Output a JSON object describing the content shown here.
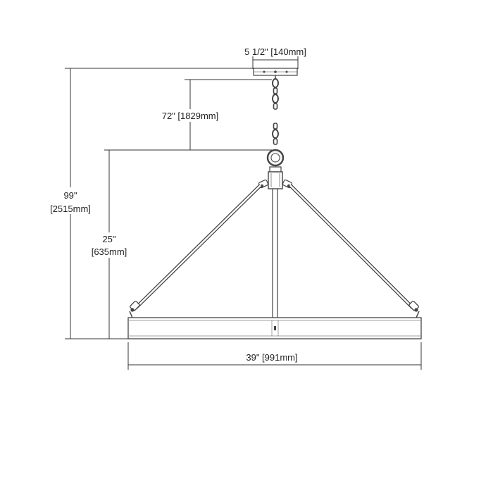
{
  "dimensions": {
    "canopy_width": "5 1/2\" [140mm]",
    "chain_length": "72\" [1829mm]",
    "overall_height_in": "99\"",
    "overall_height_mm": "[2515mm]",
    "fixture_height_in": "25\"",
    "fixture_height_mm": "[635mm]",
    "fixture_width": "39\" [991mm]"
  },
  "colors": {
    "line": "#333333",
    "part": "#444444",
    "ring_fill": "#f4f4f4"
  }
}
